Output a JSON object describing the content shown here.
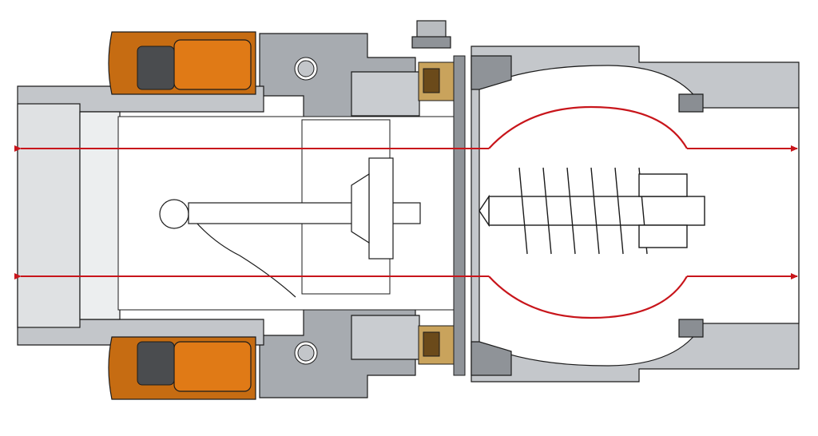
{
  "diagram": {
    "kind": "coupling-valve-cross-section",
    "text_labels": [],
    "colors": {
      "background": "#ffffff",
      "steel_light": "#c9ccd0",
      "steel_mid": "#a9adb2",
      "steel_dark": "#8a8e93",
      "bronze_ring": "#c66c12",
      "bronze_ring_dark": "#8f4306",
      "roller": "#4a4c4f",
      "flow_arrow": "#c8151b",
      "outline": "#1b1b1b",
      "seal_gold": "#c9a35c"
    },
    "parts": [
      "inlet-sleeve",
      "locking-collar",
      "roller-bearings",
      "coupling-body",
      "sealing-face",
      "poppet-valve",
      "return-spring",
      "outlet-body",
      "flow-arrows"
    ]
  }
}
